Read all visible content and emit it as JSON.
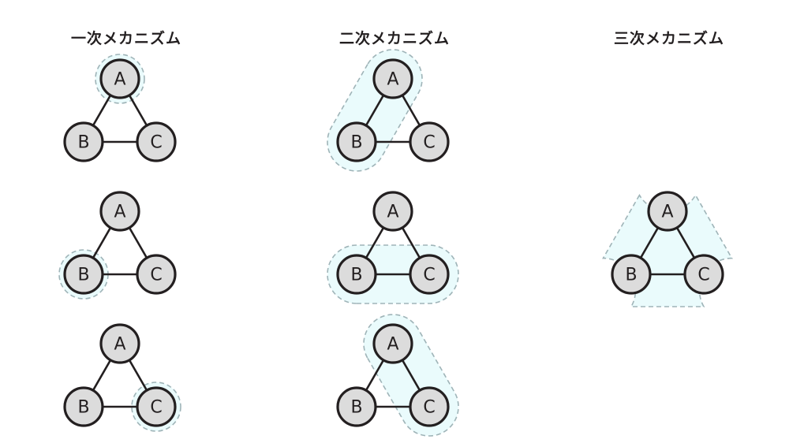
{
  "columns": [
    {
      "title": "一次メカニズム"
    },
    {
      "title": "二次メカニズム"
    },
    {
      "title": "三次メカニズム"
    }
  ],
  "nodes": {
    "a": "A",
    "b": "B",
    "c": "C"
  },
  "colors": {
    "node_fill": "#dcdcdc",
    "node_stroke": "#231f20",
    "highlight_fill": "#eafbfc",
    "highlight_stroke": "#9fb4b8"
  },
  "diagrams": [
    {
      "column": 0,
      "highlight": [
        "a"
      ]
    },
    {
      "column": 0,
      "highlight": [
        "b"
      ]
    },
    {
      "column": 0,
      "highlight": [
        "c"
      ]
    },
    {
      "column": 1,
      "highlight": [
        "a",
        "b"
      ]
    },
    {
      "column": 1,
      "highlight": [
        "b",
        "c"
      ]
    },
    {
      "column": 1,
      "highlight": [
        "a",
        "c"
      ]
    },
    {
      "column": 2,
      "highlight": [
        "a",
        "b",
        "c"
      ]
    }
  ]
}
